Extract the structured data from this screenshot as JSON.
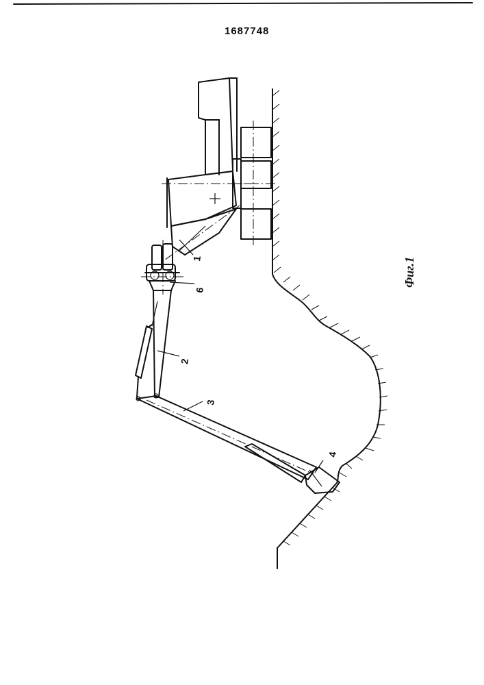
{
  "document": {
    "patent_number": "1687748",
    "figure_caption": "Фиг.1"
  },
  "labels": {
    "part_1": "1",
    "part_2": "2",
    "part_3": "3",
    "part_4": "4",
    "part_6": "6"
  }
}
